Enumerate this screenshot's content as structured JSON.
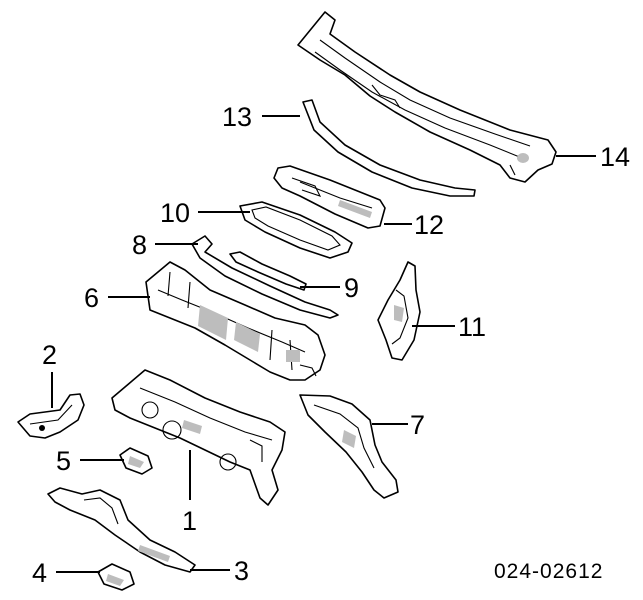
{
  "diagram": {
    "callouts": [
      "1",
      "2",
      "3",
      "4",
      "5",
      "6",
      "7",
      "8",
      "9",
      "10",
      "11",
      "12",
      "13",
      "14"
    ],
    "part_code": "024-02612"
  }
}
